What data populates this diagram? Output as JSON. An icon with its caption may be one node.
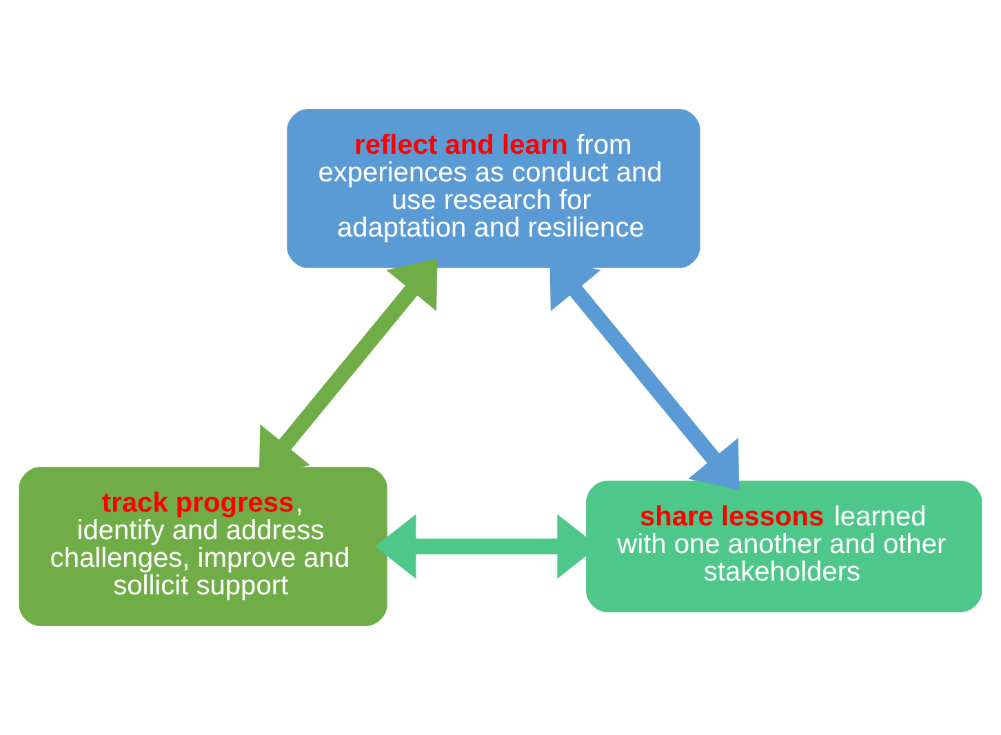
{
  "diagram": {
    "nodes": [
      {
        "text": [
          "**reflect and learn** from experiences as conduct and use research for adaptation and resilience"
        ]
      },
      {
        "text": [
          "**track progress**, identify and address challenges, improve and sollicit support"
        ]
      },
      {
        "text": [
          "**share lessons** learned with one another and other stakeholders"
        ]
      }
    ],
    "edges": [
      {
        "from": 1,
        "to": 0,
        "arrow": "both",
        "color": "#70ad47"
      },
      {
        "from": 0,
        "to": 2,
        "arrow": "both",
        "color": "#5b9bd5"
      },
      {
        "from": 1,
        "to": 2,
        "arrow": "both",
        "color": "#4dc78a"
      }
    ]
  }
}
